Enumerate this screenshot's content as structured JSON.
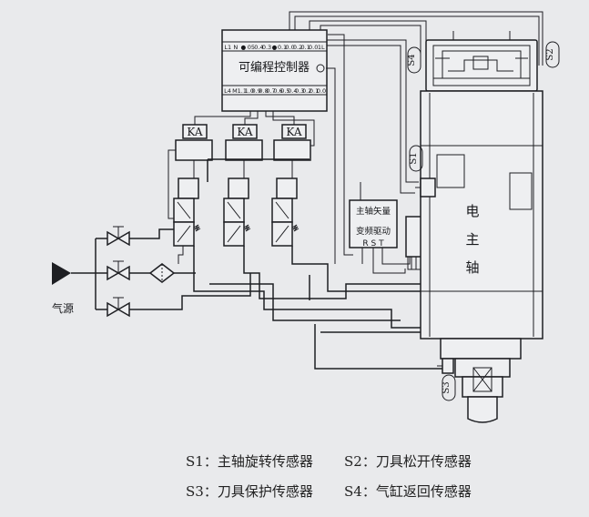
{
  "plc": {
    "label": "可编程控制器",
    "top_terminals": [
      "L1",
      "N",
      "●",
      "05",
      "0.4",
      "0.3",
      "●",
      "0.1",
      "0.0",
      "0.2",
      "0.1",
      "0.0",
      "1L"
    ],
    "bottom_terminals": [
      "L4",
      "M",
      "1.1",
      "1.0",
      "0.9",
      "0.8",
      "0.7",
      "0.6",
      "0.5",
      "0.4",
      "0.3",
      "0.2",
      "0.1",
      "0.0"
    ]
  },
  "relays": [
    "KA",
    "KA",
    "KA"
  ],
  "inverter": {
    "line1": "主轴矢量",
    "line2": "变频驱动",
    "phases": "R S T"
  },
  "spindle_label": [
    "电",
    "主",
    "轴"
  ],
  "air_source": "气源",
  "sensor_tags": {
    "s1": "S1",
    "s2": "S2",
    "s3": "S3",
    "s4": "S4"
  },
  "legend": [
    {
      "code": "S1：",
      "text": "主轴旋转传感器"
    },
    {
      "code": "S2：",
      "text": "刀具松开传感器"
    },
    {
      "code": "S3：",
      "text": "刀具保护传感器"
    },
    {
      "code": "S4：",
      "text": "气缸返回传感器"
    }
  ]
}
